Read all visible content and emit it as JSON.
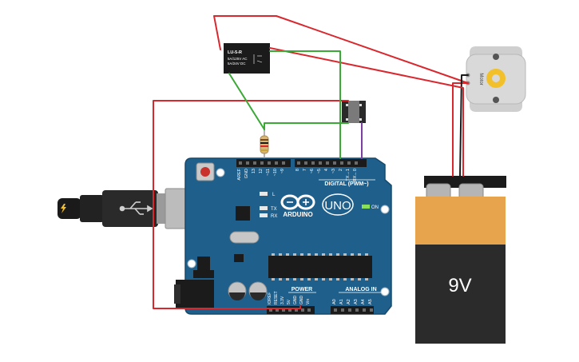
{
  "relay": {
    "model": "LU-5-R",
    "rating_ac": "5A/125V AC",
    "rating_dc": "5A/24V DC"
  },
  "motor": {
    "label": "Motor"
  },
  "battery": {
    "label": "9V"
  },
  "arduino": {
    "brand": "ARDUINO",
    "model": "UNO",
    "digital_label": "DIGITAL (PWM~)",
    "power_label": "POWER",
    "analog_label": "ANALOG IN",
    "on_label": "ON",
    "l_label": "L",
    "tx_label": "TX",
    "rx_label": "RX",
    "top_pins": [
      "AREF",
      "GND",
      "13",
      "12",
      "~11",
      "~10",
      "~9",
      "8",
      "7",
      "~6",
      "~5",
      "4",
      "~3",
      "2",
      "TX→1",
      "RX←0"
    ],
    "power_pins": [
      "IOREF",
      "RESET",
      "3.3V",
      "5V",
      "GND",
      "GND",
      "Vin"
    ],
    "analog_pins": [
      "A0",
      "A1",
      "A2",
      "A3",
      "A4",
      "A5"
    ]
  },
  "colors": {
    "board": "#1f5f8b",
    "wire_red": "#d9272e",
    "wire_green": "#3aa935",
    "wire_black": "#1a1a1a",
    "wire_purple": "#7a3fa0",
    "battery_orange": "#e8a44c",
    "battery_dark": "#2b2b2b"
  }
}
